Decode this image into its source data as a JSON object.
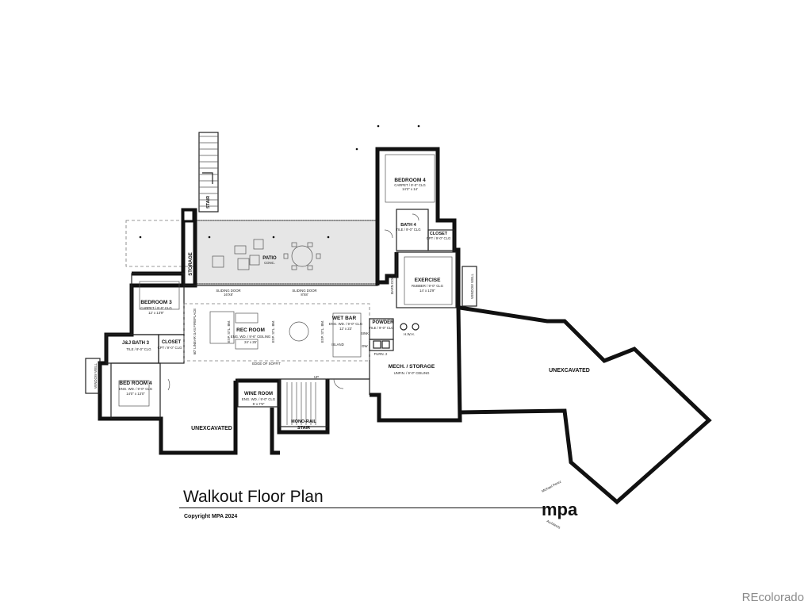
{
  "title": "Walkout Floor Plan",
  "copyright": "Copyright MPA 2024",
  "logo": {
    "mark": "mpa",
    "name": "Michael Perez",
    "firm": "Architects"
  },
  "watermark": "REcolorado",
  "rooms": {
    "bedroom4_upper": {
      "name": "BEDROOM 4",
      "spec": "CARPET / 9'-0\" CLG",
      "dims": "14'2\" x 14'"
    },
    "bath4": {
      "name": "BATH 4",
      "spec": "TILE / 9'-0\" CLG"
    },
    "closet_upper": {
      "name": "CLOSET",
      "spec": "CPT / 9'-0\" CLG"
    },
    "exercise": {
      "name": "EXERCISE",
      "spec": "RUBBER / 9'-0\" CLG",
      "dims": "14' x 13'9\""
    },
    "patio": {
      "name": "PATIO",
      "spec": "CONC."
    },
    "storage": {
      "name": "STORAGE"
    },
    "stair_upper": {
      "name": "STAIR"
    },
    "bedroom3": {
      "name": "BEDROOM 3",
      "spec": "CARPET / 9'-0\" CLG",
      "dims": "12' x 13'9\""
    },
    "jj_bath3": {
      "name": "J&J BATH 3",
      "spec": "TILE / 9'-0\" CLG"
    },
    "closet_left": {
      "name": "CLOSET",
      "spec": "CPT / 9'-0\" CLG"
    },
    "bedroom4_lower": {
      "name": "BED ROOM 4",
      "spec": "ENG. WD. / 9'-0\" CLG",
      "dims": "14'0\" x 13'0\""
    },
    "rec_room": {
      "name": "REC ROOM",
      "spec": "ENG. WD. / 9'-6\" CEILING",
      "dims": "24' x 25'"
    },
    "wet_bar": {
      "name": "WET BAR",
      "spec": "ENG. WD. / 9'-0\" CLG"
    },
    "powder": {
      "name": "POWDER",
      "spec": "TILE / 9'-0\" CLG"
    },
    "wine_room": {
      "name": "WINE ROOM",
      "spec": "ENG. WD. / 9'-0\" CLG",
      "dims": "5' x 7'6\""
    },
    "mono_rail": {
      "name": "MONO-RAIL STAIR"
    },
    "mech": {
      "name": "MECH. / STORAGE",
      "spec": "UNFIN. / 9'-0\" CEILING"
    },
    "unexcavated_left": {
      "name": "UNEXCAVATED"
    },
    "unexcavated_right": {
      "name": "UNEXCAVATED"
    }
  },
  "notes": {
    "sliding_door_1": "SLIDING DOOR",
    "sliding_door_1_size": "16'X8'",
    "sliding_door_2": "SLIDING DOOR",
    "sliding_door_2_size": "8'X8'",
    "edge_of_soffit": "EDGE OF SOFFIT",
    "fireplace": "60\" LINEAR GAS FIREPLACE",
    "barn_door": "BARN DOOR",
    "window_well_left": "WINDOW WELL",
    "window_well_right": "WINDOW WELL",
    "hwh": "H.W.H.",
    "furn": "FURN. 2",
    "up": "UP",
    "exp_stl_bm_1": "EXP. STL. BM.",
    "exp_stl_bm_2": "EXP. STL. BM.",
    "exp_stl_bm_3": "EXP. STL. BM.",
    "island": "ISLAND",
    "sink": "SINK",
    "dw": "DW",
    "ceiling_note": "12' x 23'"
  }
}
